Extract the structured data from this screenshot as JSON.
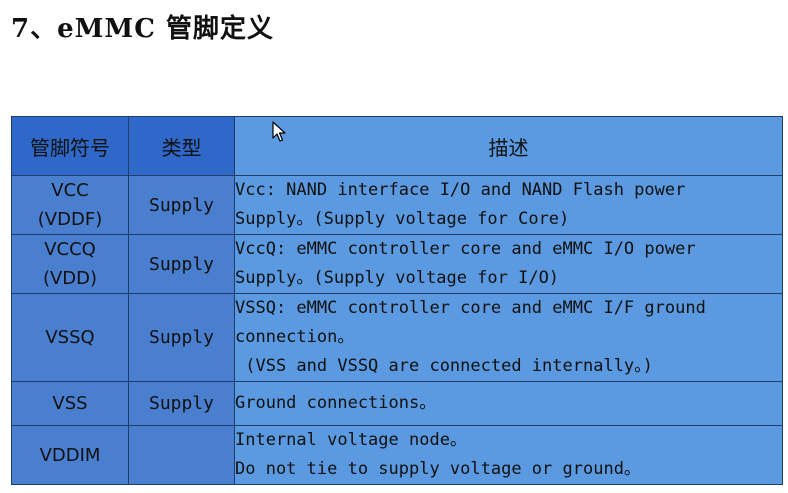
{
  "title": "7、eMMC 管脚定义",
  "table": {
    "headers": [
      "管脚符号",
      "类型",
      "描述"
    ],
    "rows": [
      {
        "pin": [
          "VCC",
          "(VDDF)"
        ],
        "type": "Supply",
        "desc": [
          "Vcc: NAND interface I/O and NAND Flash power",
          "Supply。(Supply voltage for Core)"
        ]
      },
      {
        "pin": [
          "VCCQ",
          "(VDD)"
        ],
        "type": "Supply",
        "desc": [
          "VccQ: eMMC controller core and eMMC I/O power",
          "Supply。(Supply voltage for I/O)"
        ]
      },
      {
        "pin": [
          "VSSQ"
        ],
        "type": "Supply",
        "desc": [
          "VSSQ: eMMC controller core and eMMC I/F ground",
          "connection。",
          " (VSS and VSSQ are connected internally。)"
        ]
      },
      {
        "pin": [
          "VSS"
        ],
        "type": "Supply",
        "desc": [
          "Ground connections。"
        ]
      },
      {
        "pin": [
          "VDDIM"
        ],
        "type": "",
        "desc": [
          "Internal voltage node。",
          "Do not tie to supply voltage or ground。"
        ]
      }
    ]
  }
}
